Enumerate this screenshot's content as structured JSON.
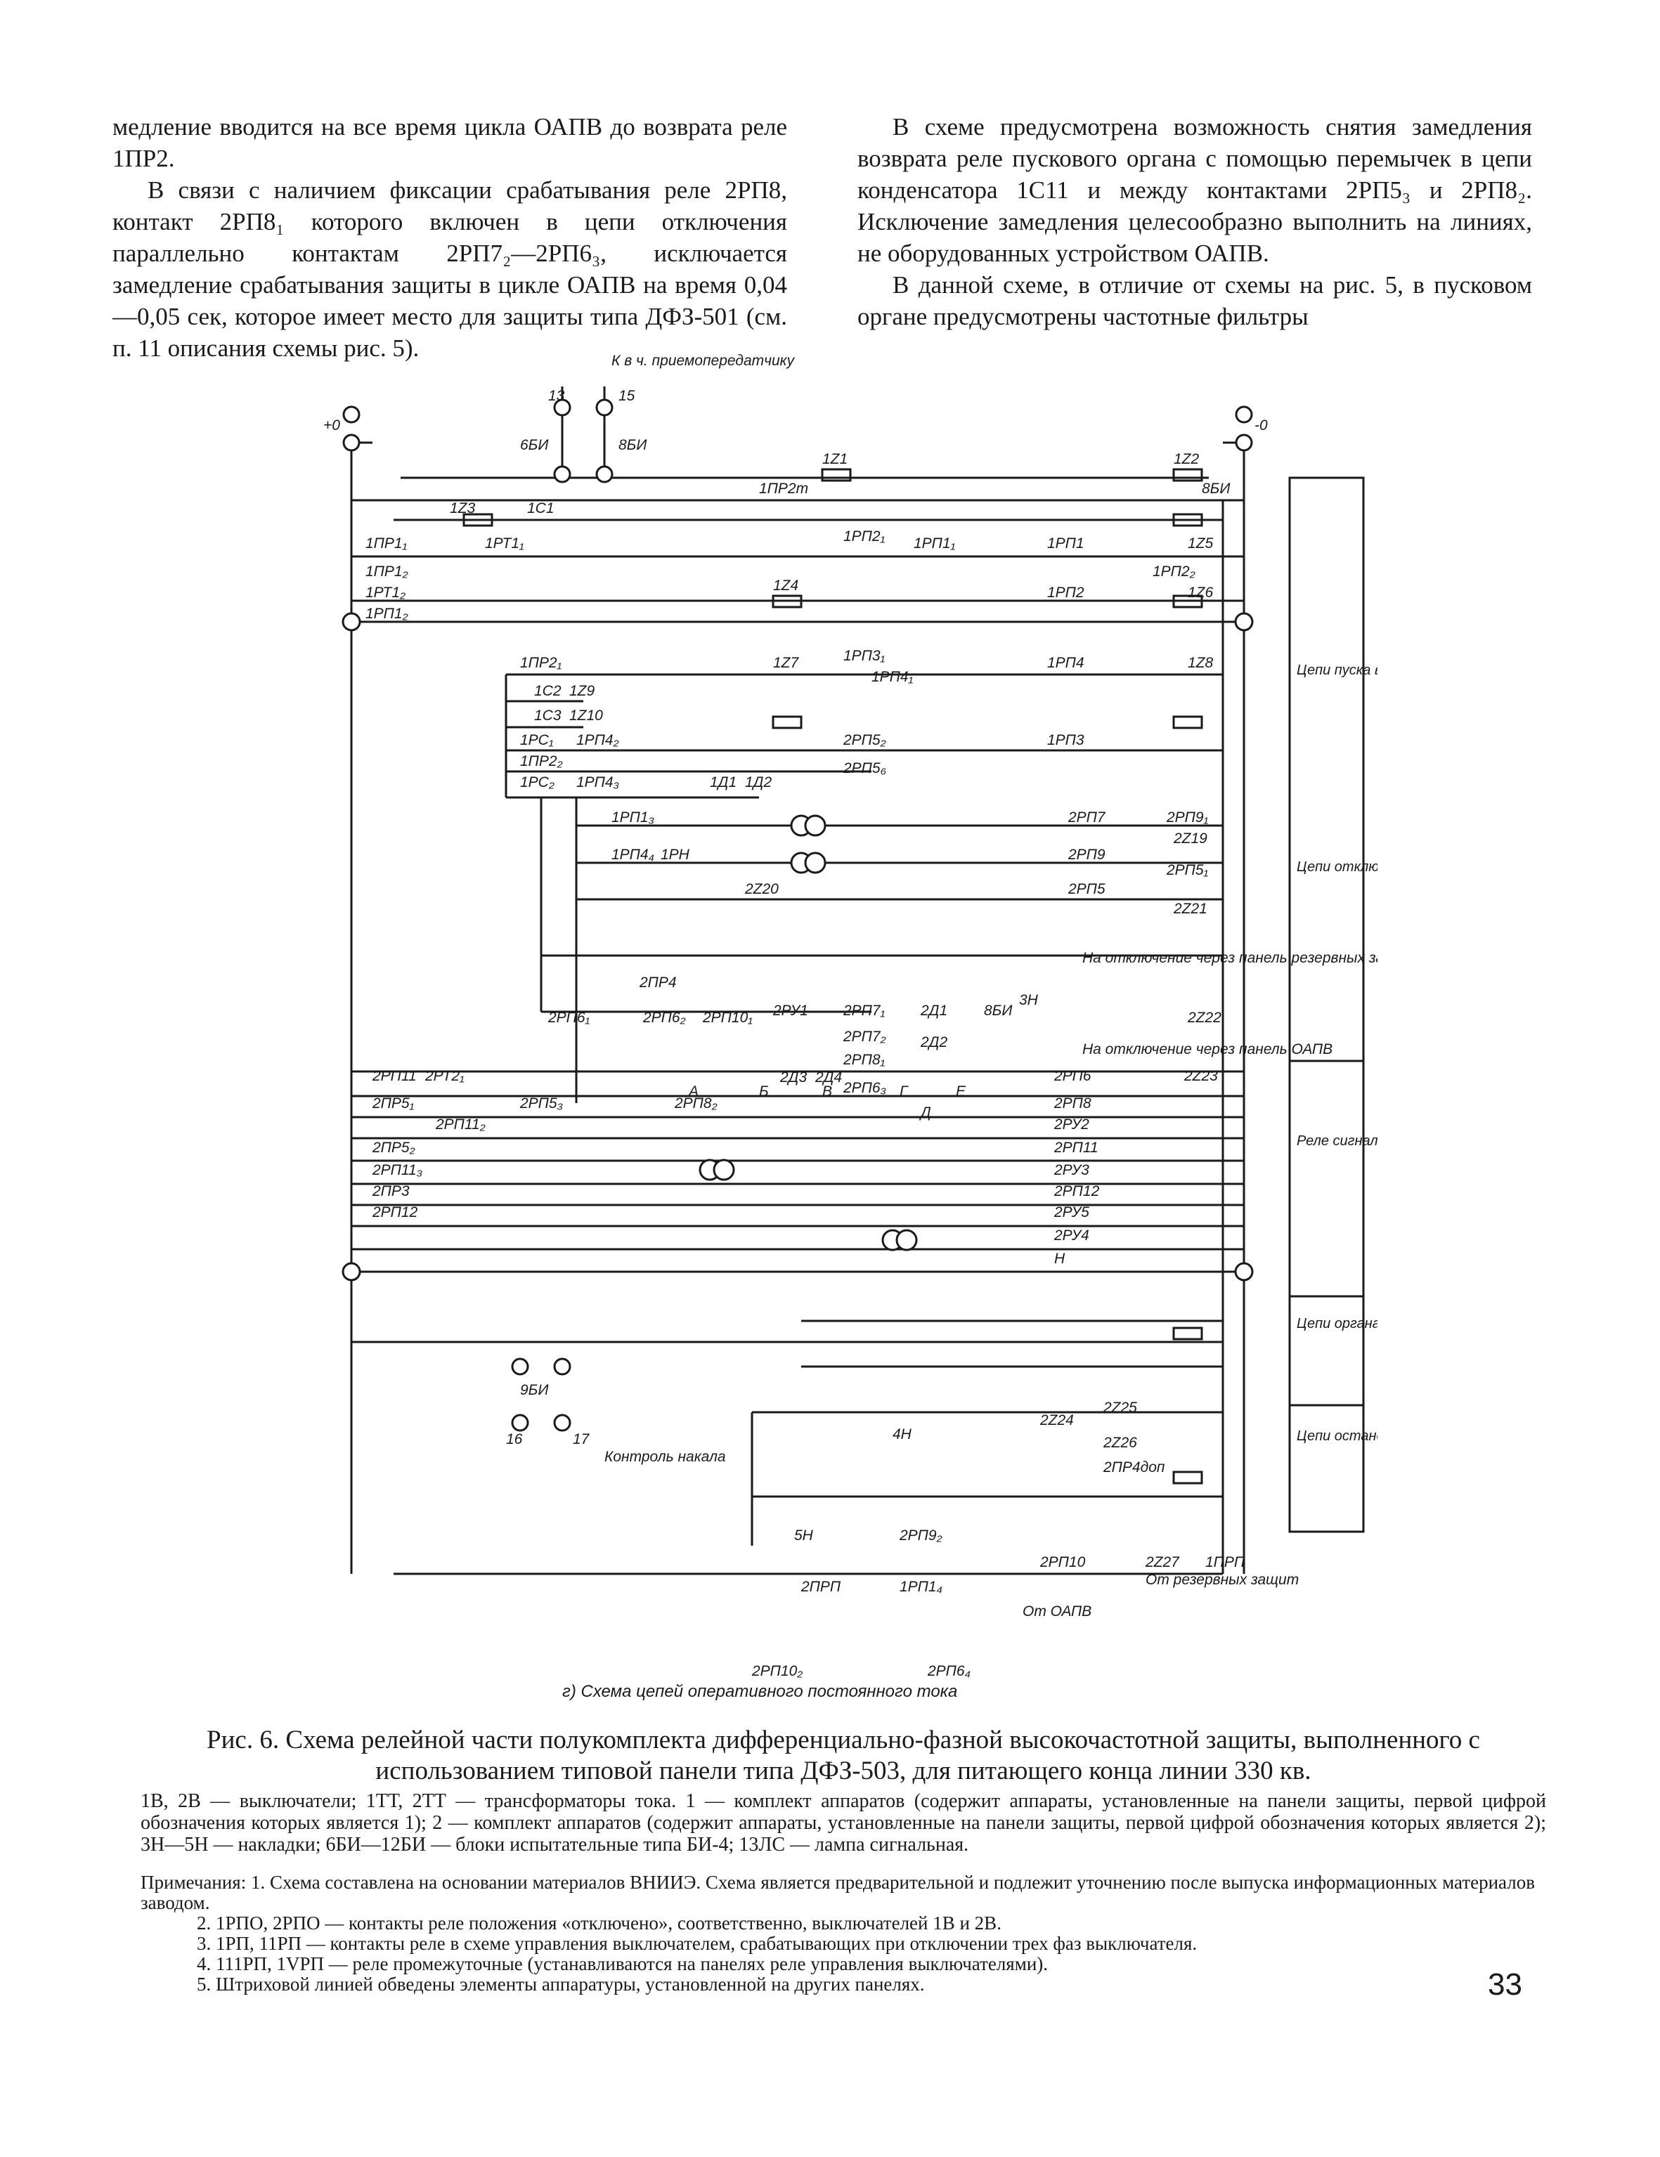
{
  "text": {
    "left": [
      "медление вводится на все время цикла ОАПВ до возврата реле 1ПР2.",
      "В связи с наличием фиксации срабатывания реле 2РП8, контакт 2РП8₁ которого включен в цепи отключения параллельно контактам 2РП7₂—2РП6₃, исключается замедление срабатывания защиты в цикле ОАПВ на время 0,04—0,05 сек, которое имеет место для защиты типа ДФЗ-501 (см. п. 11 описания схемы рис. 5)."
    ],
    "right": [
      "В схеме предусмотрена возможность снятия замедления возврата реле пускового органа с помощью перемычек в цепи конденсатора 1С11 и между контактами 2РП5₃ и 2РП8₂. Исключение замедления целесообразно выполнить на линиях, не оборудованных устройством ОАПВ.",
      "В данной схеме, в отличие от схемы на рис. 5, в пусковом органе предусмотрены частотные фильтры"
    ]
  },
  "figure": {
    "top_label": "К в ч. приемопередатчику",
    "subcaption": "г) Схема цепей оперативного постоянного тока",
    "sections": [
      "Цепи пуска в ч передатчика",
      "Цепи отключения",
      "Реле сигнализации",
      "Цепи органа сравнения фаз",
      "Цепи останов-ки в.ч. передатчика"
    ],
    "terminals": [
      "+0",
      "-0",
      "13",
      "15",
      "16",
      "17"
    ],
    "blocks": [
      "6БИ",
      "8БИ",
      "9БИ"
    ],
    "labels": [
      "1Z1",
      "1C1",
      "1Z3",
      "1ПР2т",
      "1Z2",
      "8БИ",
      "1ПР1₁",
      "1РТ1₁",
      "1Z4",
      "1РП2₁",
      "1РП1₁",
      "1РП1",
      "1Z5",
      "1ПР1₂",
      "1РП2₂",
      "1РТ1₂",
      "1РП2",
      "1Z6",
      "1РП1₂",
      "1РП3₁",
      "1ПР2₁",
      "1Z7",
      "1РП4₁",
      "1РП4",
      "1Z8",
      "1C2",
      "1Z9",
      "1C3",
      "1Z10",
      "1РС₁",
      "1РП4₂",
      "2РП5₂",
      "1РП3",
      "1ПР2₂",
      "2РП5₆",
      "1РС₂",
      "1РП4₃",
      "1Д1",
      "1Д2",
      "1РП1₃",
      "2РП7",
      "2РП9₁",
      "2Z19",
      "1РП4₄",
      "1РН",
      "2РП9",
      "2РП5₁",
      "2Z20",
      "2РП5",
      "2Z21",
      "2ПР4",
      "2РП6₁",
      "2РП6₂",
      "2РП10₁",
      "2РУ1",
      "2РП7₁",
      "2Д1",
      "8БИ",
      "3Н",
      "2Z22",
      "2РП7₂",
      "2Д2",
      "2РП8₁",
      "2РП6₃",
      "2Д3",
      "2Д4",
      "2РП6",
      "2Z23",
      "2РП11",
      "2РТ2₁",
      "2РП5₃",
      "2РП8₂",
      "2РП8",
      "2ПР5₁",
      "2РП11₂",
      "2РУ2",
      "2ПР5₂",
      "2РП11",
      "2РП11₃",
      "2РУ3",
      "2ПР3",
      "2РП12",
      "2РП12",
      "2РУ5",
      "2РУ4",
      "Н",
      "2Z24",
      "2Z25",
      "2Z26",
      "2ПР4доп",
      "4Н",
      "5Н",
      "2РП9₂",
      "2РП10",
      "2Z27",
      "1ПРП",
      "2ПРП",
      "1РП1₄",
      "2РП10₂",
      "2РП6₄"
    ],
    "notes": [
      "На отключение через панель резервных защит",
      "На отключение через панель ОАПВ",
      "Контроль накала",
      "От резервных защит",
      "От ОАПВ"
    ],
    "letters": [
      "А",
      "Б",
      "В",
      "Г",
      "Д",
      "Е"
    ]
  },
  "caption": {
    "title": "Рис. 6. Схема релейной части полукомплекта дифференциально-фазной высокочастотной защиты, выполненного с использованием типовой панели типа ДФЗ-503, для питающего конца линии 330 кв.",
    "legend": "1В, 2В — выключатели; 1ТТ, 2ТТ — трансформаторы тока. 1 — комплект аппаратов (содержит аппараты, установленные на панели защиты, первой цифрой обозначения которых является 1); 2 — комплект аппаратов (содержит аппараты, установленные на панели защиты, первой цифрой обозначения которых является 2); 3Н—5Н — накладки; 6БИ—12БИ — блоки испытательные типа БИ-4; 13ЛС — лампа сигнальная."
  },
  "notes": [
    "Примечания: 1. Схема составлена на основании материалов ВНИИЭ. Схема является предварительной и подлежит уточнению после выпуска информационных материалов заводом.",
    "2. 1РПО, 2РПО — контакты реле положения «отключено», соответственно, выключателей 1В и 2В.",
    "3. 1РП, 11РП — контакты реле в схеме управления выключателем, срабатывающих при отключении трех фаз выключателя.",
    "4. 111РП, 1VРП — реле промежуточные (устанавливаются на панелях реле управления выключателями).",
    "5. Штриховой линией обведены элементы аппаратуры, установленной на других панелях."
  ],
  "page_number": "33"
}
